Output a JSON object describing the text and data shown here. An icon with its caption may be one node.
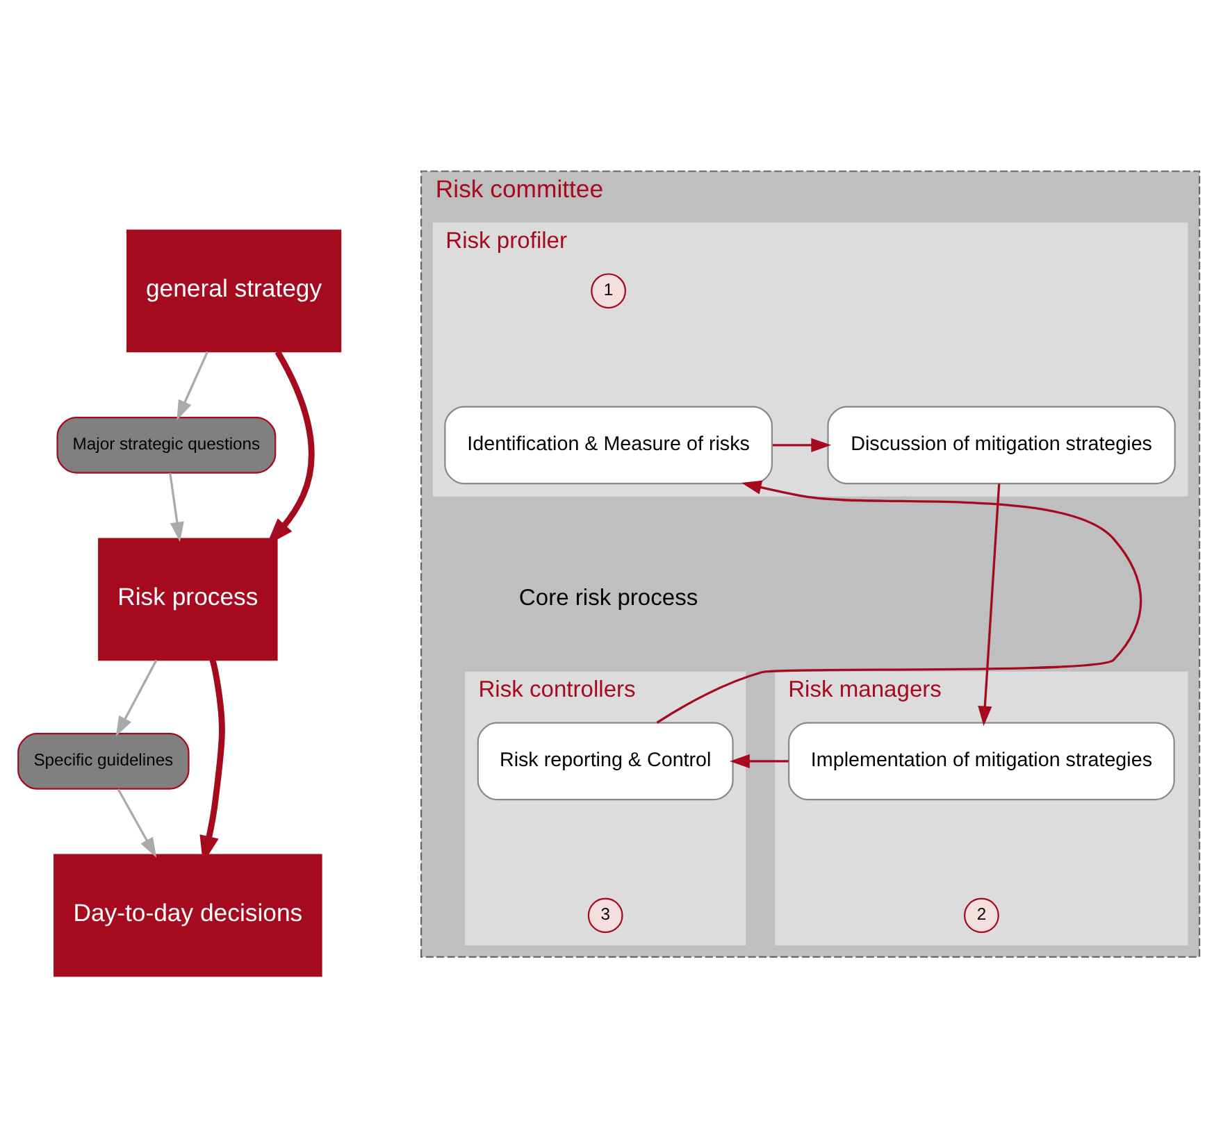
{
  "diagram": {
    "nodes": [
      {
        "text": [
          "general strategy"
        ]
      },
      {
        "text": [
          "Major strategic questions"
        ]
      },
      {
        "text": [
          "Risk process"
        ]
      },
      {
        "text": [
          "Specific guidelines"
        ]
      },
      {
        "text": [
          "Day-to-day decisions"
        ]
      },
      {
        "text": [
          "Risk committee"
        ]
      },
      {
        "text": [
          "Risk profiler"
        ],
        "in": 5
      },
      {
        "text": [
          "1"
        ],
        "in": 6
      },
      {
        "text": [
          "Identification & Measure of risks"
        ],
        "in": 6
      },
      {
        "text": [
          "Discussion of mitigation strategies"
        ],
        "in": 6
      },
      {
        "text": [
          "Risk controllers"
        ],
        "in": 5
      },
      {
        "text": [
          "Risk reporting & Control"
        ],
        "in": 10
      },
      {
        "text": [
          "3"
        ],
        "in": 10
      },
      {
        "text": [
          "Risk managers"
        ],
        "in": 5
      },
      {
        "text": [
          "Implementation of mitigation strategies"
        ],
        "in": 13
      },
      {
        "text": [
          "2"
        ],
        "in": 13
      }
    ],
    "edges": [
      {
        "from": 0,
        "to": 1,
        "arrow": "to",
        "color": "#aaaaaa"
      },
      {
        "from": 1,
        "to": 2,
        "arrow": "to",
        "color": "#aaaaaa"
      },
      {
        "from": 2,
        "to": 3,
        "arrow": "to",
        "color": "#aaaaaa"
      },
      {
        "from": 3,
        "to": 4,
        "arrow": "to",
        "color": "#aaaaaa"
      },
      {
        "from": 0,
        "to": 2,
        "arrow": "to",
        "style": "thick"
      },
      {
        "from": 2,
        "to": 4,
        "arrow": "to",
        "style": "thick"
      },
      {
        "from": 8,
        "to": 9,
        "arrow": "to"
      },
      {
        "from": 9,
        "to": 14,
        "arrow": "to"
      },
      {
        "from": 14,
        "to": 11,
        "arrow": "to"
      },
      {
        "from": 11,
        "to": 8,
        "arrow": "to"
      }
    ],
    "labels": [
      "Core risk process"
    ]
  }
}
